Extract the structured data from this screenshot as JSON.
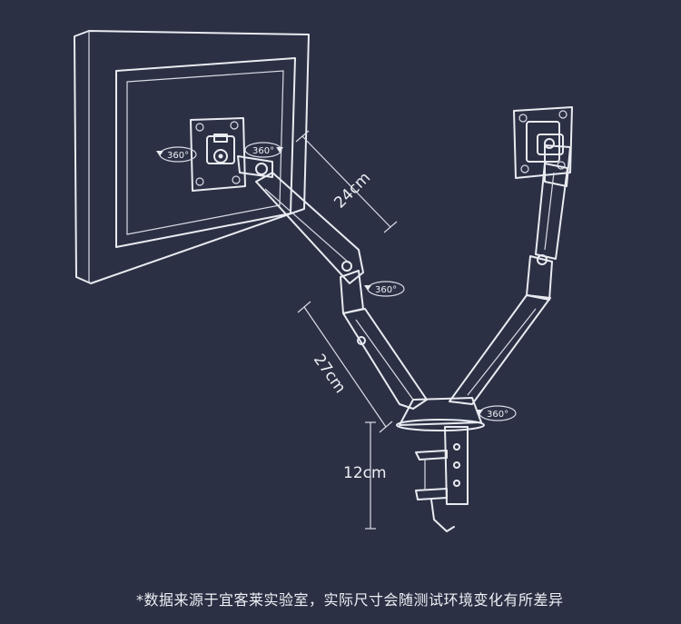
{
  "dimensions": {
    "upper_arm": "24cm",
    "lower_arm": "27cm",
    "pole_height": "12cm"
  },
  "rotation_labels": {
    "left_mount_left": "360°",
    "left_mount_right": "360°",
    "left_arm_joint": "360°",
    "base_joint": "360°"
  },
  "disclaimer": "*数据来源于宜客莱实验室，实际尺寸会随测试环境变化有所差异"
}
